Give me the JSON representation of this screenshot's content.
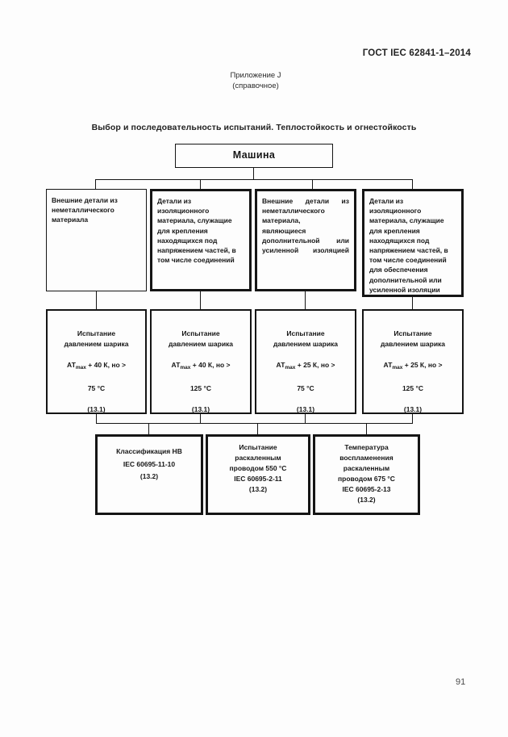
{
  "page": {
    "header": "ГОСТ IEC 62841-1–2014",
    "annex": "Приложение J",
    "annex_note": "(справочное)",
    "title": "Выбор и последовательность испытаний. Теплостойкость и огнестойкость",
    "page_number": "91"
  },
  "flowchart": {
    "root_label": "Машина",
    "row1": [
      {
        "text": "Внешние детали из\nнеметаллического\nматериала"
      },
      {
        "text": "Детали из\nизоляционного\nматериала, служащие\nдля крепления\nнаходящихся под\nнапряжением частей, в\nтом числе соединений"
      },
      {
        "text": "Внешние детали из\nнеметаллического\nматериала,\nявляющиеся\nдополнительной или\nусиленной изоляцией"
      },
      {
        "text": "Детали из\nизоляционного\nматериала, служащие\nдля крепления\nнаходящихся под\nнапряжением частей, в\nтом числе соединений\nдля обеспечения\nдополнительной или\nусиленной изоляции"
      }
    ],
    "row2": [
      {
        "title": "Испытание\nдавлением шарика",
        "formula_base": "АТ",
        "formula_sub": "max",
        "formula_rest": " + 40 К, но >",
        "temp": "75 °С",
        "clause": "(13.1)"
      },
      {
        "title": "Испытание\nдавлением шарика",
        "formula_base": "АТ",
        "formula_sub": "max",
        "formula_rest": " + 40 К, но >",
        "temp": "125 °С",
        "clause": "(13.1)"
      },
      {
        "title": "Испытание\nдавлением шарика",
        "formula_base": "АТ",
        "formula_sub": "max",
        "formula_rest": " + 25 К, но >",
        "temp": "75 °С",
        "clause": "(13.1)"
      },
      {
        "title": "Испытание\nдавлением шарика",
        "formula_base": "АТ",
        "formula_sub": "max",
        "formula_rest": " + 25 К, но >",
        "temp": "125 °С",
        "clause": "(13.1)"
      }
    ],
    "row3": [
      {
        "text": "Классификация НВ\nIEC 60695-11-10\n(13.2)"
      },
      {
        "text": "Испытание\nраскаленным\nпроводом 550 °С\nIEC 60695-2-11\n(13.2)"
      },
      {
        "text": "Температура\nвоспламенения\nраскаленным\nпроводом 675 °С\nIEC 60695-2-13\n(13.2)"
      }
    ]
  }
}
